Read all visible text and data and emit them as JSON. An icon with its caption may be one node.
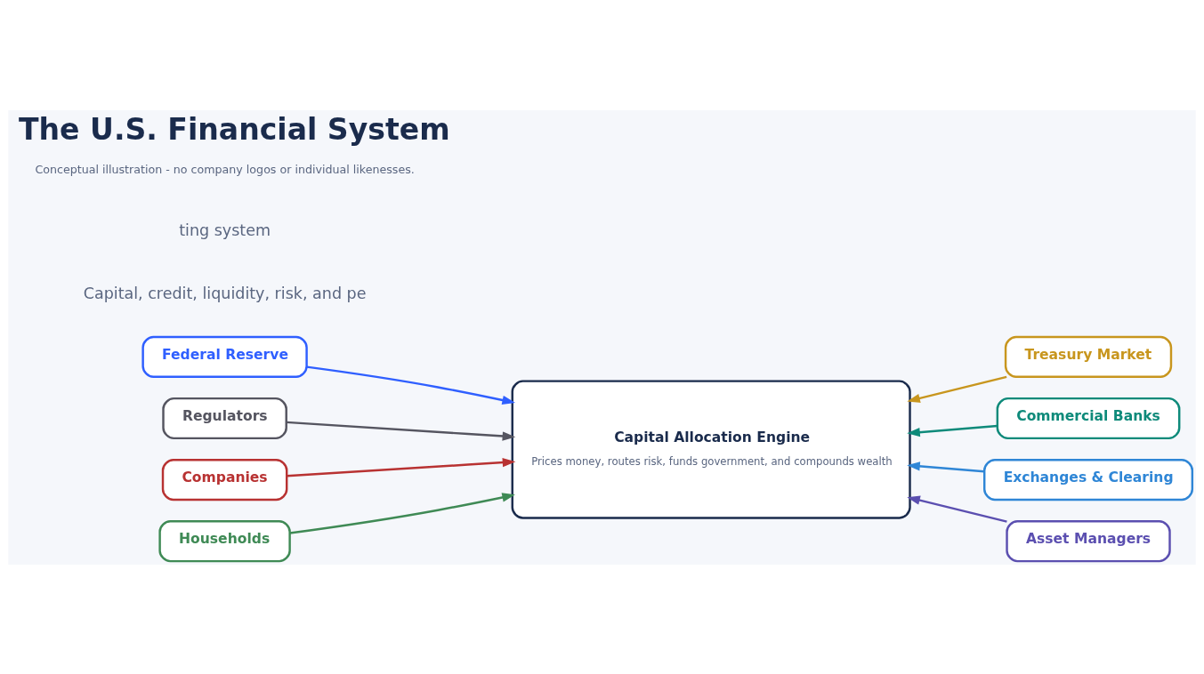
{
  "diagram": {
    "title": "The U.S. Financial System",
    "caption": "Conceptual illustration - no company logos or individual likenesses.",
    "nodes": [
      {
        "text": [
          "Treasury Market"
        ]
      },
      {
        "text": [
          "Federal Reserve"
        ]
      },
      {
        "text": [
          "Commercial Banks"
        ]
      },
      {
        "text": [
          "Capital Allocation Engine",
          "Prices money, routes risk, funds government, and compounds wealth"
        ]
      },
      {
        "text": [
          "Regulators"
        ]
      },
      {
        "text": [
          "Exchanges & Clearing"
        ]
      },
      {
        "text": [
          "Companies"
        ]
      },
      {
        "text": [
          "Asset Managers"
        ]
      },
      {
        "text": [
          "Households"
        ]
      }
    ],
    "edges": [
      {
        "from": 1,
        "to": 3,
        "arrow": "to",
        "color": "#2f5fff"
      },
      {
        "from": 0,
        "to": 3,
        "arrow": "to",
        "color": "#c8961e"
      },
      {
        "from": 2,
        "to": 3,
        "arrow": "to",
        "color": "#0e8a7a"
      },
      {
        "from": 4,
        "to": 3,
        "arrow": "to",
        "color": "#555560"
      },
      {
        "from": 5,
        "to": 3,
        "arrow": "to",
        "color": "#2f86d6"
      },
      {
        "from": 6,
        "to": 3,
        "arrow": "to",
        "color": "#b83232"
      },
      {
        "from": 8,
        "to": 3,
        "arrow": "to",
        "color": "#3f8a55"
      },
      {
        "from": 7,
        "to": 3,
        "arrow": "to",
        "color": "#5b4fb0"
      }
    ],
    "labels": [
      "Capital, credit, liquidity, risk, and pe",
      "ting system"
    ]
  }
}
